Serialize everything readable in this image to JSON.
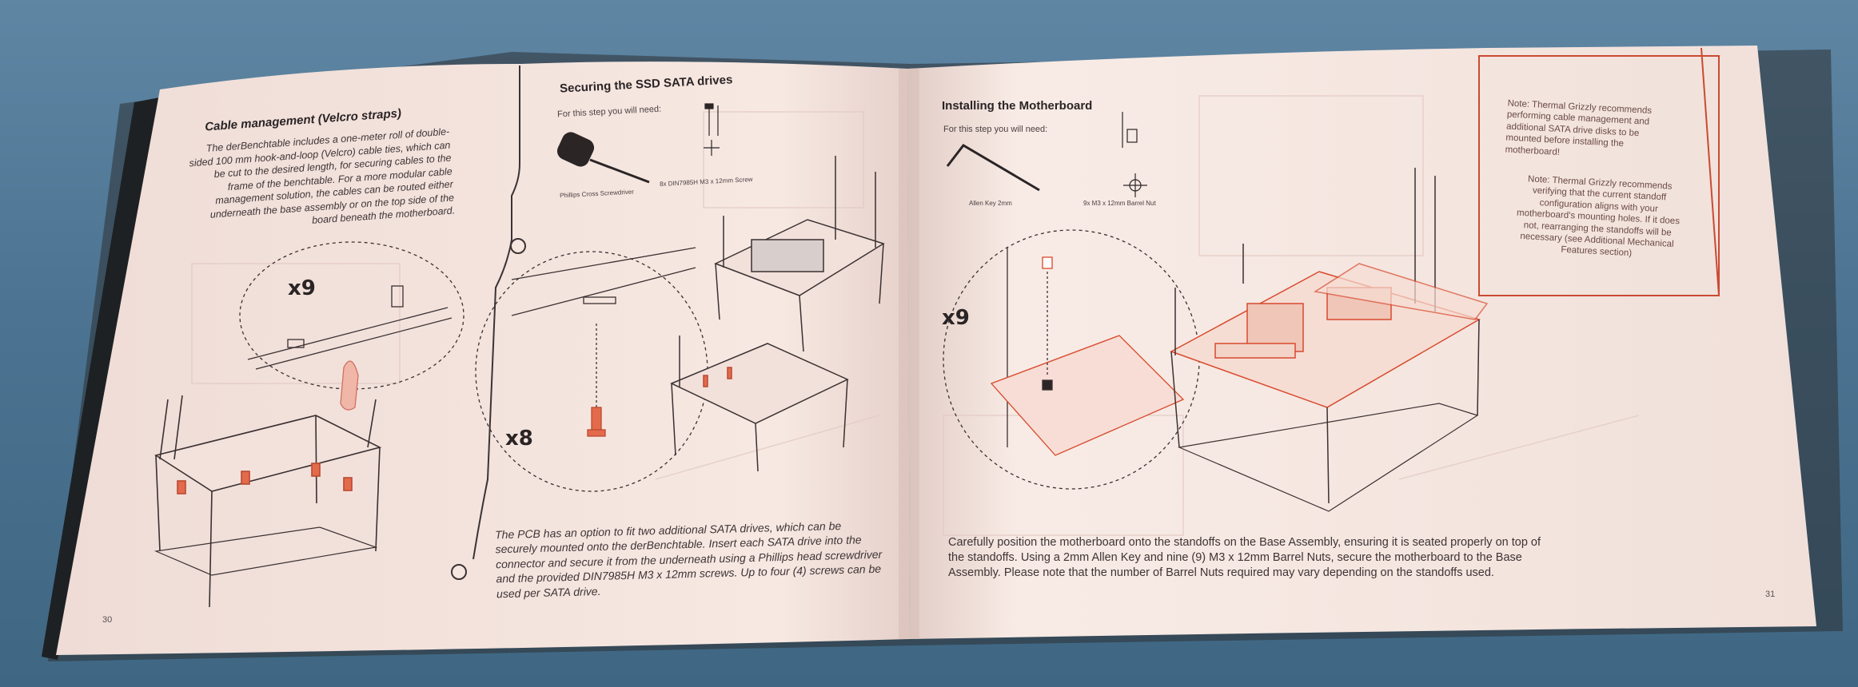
{
  "left_page": {
    "heading": "Cable management (Velcro straps)",
    "paragraph": "The derBenchtable includes a one-meter roll of double-sided 100 mm hook-and-loop (Velcro) cable ties, which can be cut to the desired length, for securing cables to the frame of the benchtable. For a more modular cable management solution, the cables can be routed either underneath the base assembly or on the top side of the board beneath the motherboard.",
    "multiplier": "x9",
    "page_number": "30"
  },
  "middle_section": {
    "heading": "Securing the SSD SATA drives",
    "need_label": "For this step you will need:",
    "tool_caption": "Phillips Cross Screwdriver",
    "screw_caption": "8x DIN7985H M3 x 12mm Screw",
    "multiplier": "x8",
    "paragraph": "The PCB has an option to fit two additional SATA drives, which can be securely mounted onto the derBenchtable. Insert each SATA drive into the connector and secure it from the underneath using a Phillips head screwdriver and the provided DIN7985H M3 x 12mm screws. Up to four (4) screws can be used per SATA drive."
  },
  "right_page": {
    "heading": "Installing the Motherboard",
    "need_label": "For this step you will need:",
    "tool_caption": "Allen Key 2mm",
    "nut_caption": "9x M3 x 12mm Barrel Nut",
    "multiplier": "x9",
    "paragraph": "Carefully position the motherboard onto the standoffs on the Base Assembly, ensuring it is seated properly on top of the standoffs. Using a 2mm Allen Key and nine (9) M3 x 12mm Barrel Nuts, secure the motherboard to the Base Assembly. Please note that the number of Barrel Nuts required may vary depending on the standoffs used.",
    "note_1": "Note: Thermal Grizzly recommends performing cable management and additional SATA drive disks to be mounted before installing the motherboard!",
    "note_2": "Note: Thermal Grizzly recommends verifying that the current standoff configuration aligns with your motherboard's mounting holes. If it does not, rearranging the standoffs will be necessary (see Additional Mechanical Features section)",
    "page_number": "31"
  },
  "colors": {
    "background": "#4f7795",
    "paper": "#f5e6e0",
    "ink": "#3a3132",
    "accent": "#d8492c"
  }
}
